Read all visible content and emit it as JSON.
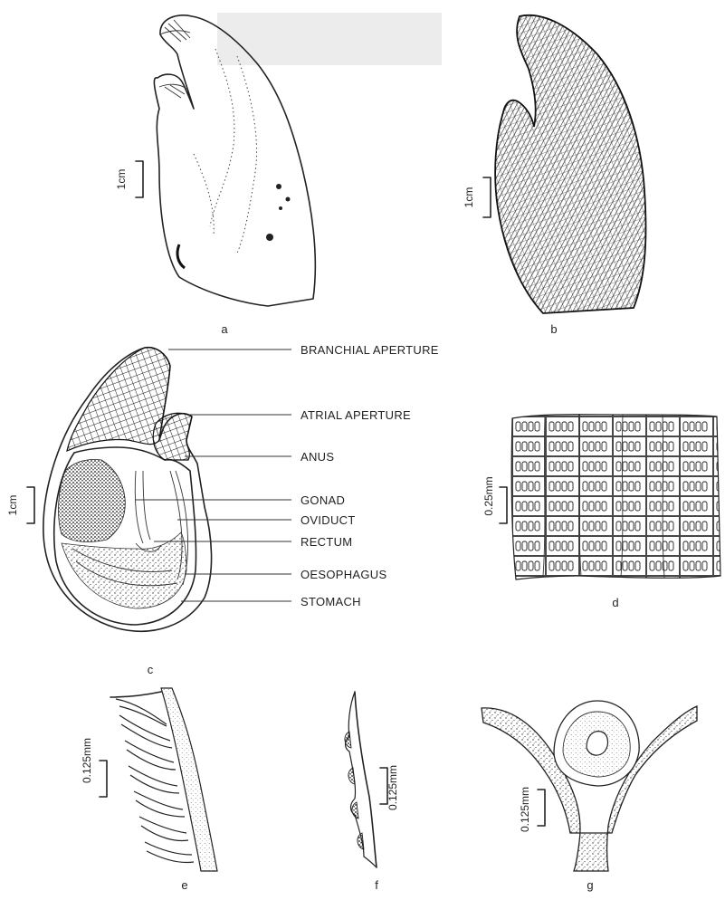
{
  "panels": {
    "a": {
      "letter": "a",
      "scale": "1cm"
    },
    "b": {
      "letter": "b",
      "scale": "1cm"
    },
    "c": {
      "letter": "c",
      "scale": "1cm"
    },
    "d": {
      "letter": "d",
      "scale": "0.25mm"
    },
    "e": {
      "letter": "e",
      "scale": "0.125mm"
    },
    "f": {
      "letter": "f",
      "scale": "0.125mm"
    },
    "g": {
      "letter": "g",
      "scale": "0.125mm"
    }
  },
  "labels": {
    "branchial": "BRANCHIAL APERTURE",
    "atrial": "ATRIAL APERTURE",
    "anus": "ANUS",
    "gonad": "GONAD",
    "oviduct": "OVIDUCT",
    "rectum": "RECTUM",
    "oesophagus": "OESOPHAGUS",
    "stomach": "STOMACH"
  }
}
